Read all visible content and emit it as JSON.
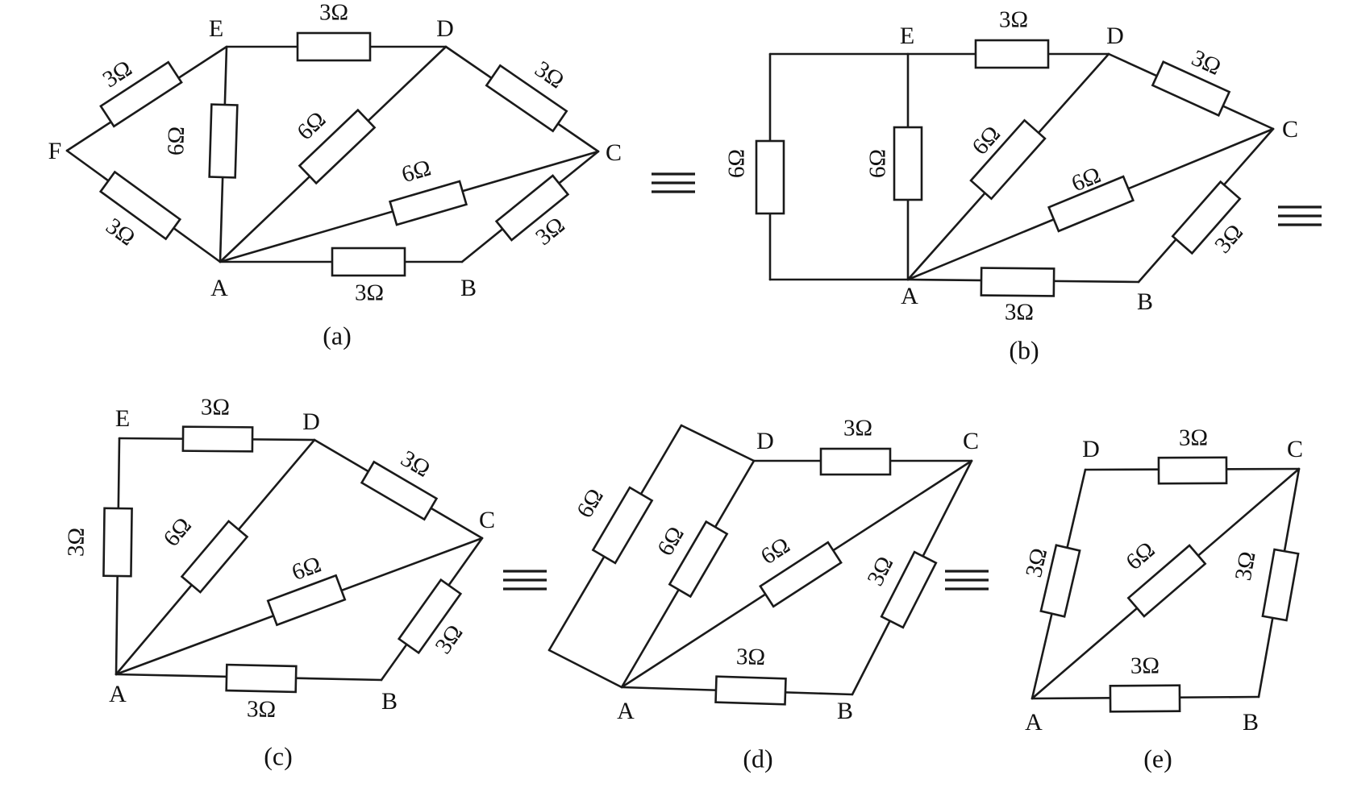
{
  "equivalence_symbol": "≡",
  "panels": [
    {
      "id": "a",
      "caption": "(a)",
      "nodes": [
        {
          "name": "A",
          "label": "A"
        },
        {
          "name": "B",
          "label": "B"
        },
        {
          "name": "C",
          "label": "C"
        },
        {
          "name": "D",
          "label": "D"
        },
        {
          "name": "E",
          "label": "E"
        },
        {
          "name": "F",
          "label": "F"
        }
      ],
      "resistors": [
        {
          "from": "F",
          "to": "E",
          "value": "3Ω"
        },
        {
          "from": "F",
          "to": "A",
          "value": "3Ω"
        },
        {
          "from": "E",
          "to": "D",
          "value": "3Ω"
        },
        {
          "from": "E",
          "to": "A",
          "value": "6Ω"
        },
        {
          "from": "A",
          "to": "D",
          "value": "6Ω"
        },
        {
          "from": "D",
          "to": "C",
          "value": "3Ω"
        },
        {
          "from": "A",
          "to": "C",
          "value": "6Ω"
        },
        {
          "from": "B",
          "to": "C",
          "value": "3Ω"
        },
        {
          "from": "A",
          "to": "B",
          "value": "3Ω"
        }
      ]
    },
    {
      "id": "b",
      "caption": "(b)",
      "nodes": [
        {
          "name": "A",
          "label": "A"
        },
        {
          "name": "B",
          "label": "B"
        },
        {
          "name": "C",
          "label": "C"
        },
        {
          "name": "D",
          "label": "D"
        },
        {
          "name": "E",
          "label": "E"
        }
      ],
      "resistors": [
        {
          "from": "E",
          "to": "A",
          "value": "6Ω",
          "note": "outer branch"
        },
        {
          "from": "E",
          "to": "A",
          "value": "6Ω"
        },
        {
          "from": "E",
          "to": "D",
          "value": "3Ω"
        },
        {
          "from": "A",
          "to": "D",
          "value": "6Ω"
        },
        {
          "from": "D",
          "to": "C",
          "value": "3Ω"
        },
        {
          "from": "A",
          "to": "C",
          "value": "6Ω"
        },
        {
          "from": "B",
          "to": "C",
          "value": "3Ω"
        },
        {
          "from": "A",
          "to": "B",
          "value": "3Ω"
        }
      ]
    },
    {
      "id": "c",
      "caption": "(c)",
      "nodes": [
        {
          "name": "A",
          "label": "A"
        },
        {
          "name": "B",
          "label": "B"
        },
        {
          "name": "C",
          "label": "C"
        },
        {
          "name": "D",
          "label": "D"
        },
        {
          "name": "E",
          "label": "E"
        }
      ],
      "resistors": [
        {
          "from": "E",
          "to": "A",
          "value": "3Ω"
        },
        {
          "from": "E",
          "to": "D",
          "value": "3Ω"
        },
        {
          "from": "A",
          "to": "D",
          "value": "6Ω"
        },
        {
          "from": "D",
          "to": "C",
          "value": "3Ω"
        },
        {
          "from": "A",
          "to": "C",
          "value": "6Ω"
        },
        {
          "from": "B",
          "to": "C",
          "value": "3Ω"
        },
        {
          "from": "A",
          "to": "B",
          "value": "3Ω"
        }
      ]
    },
    {
      "id": "d",
      "caption": "(d)",
      "nodes": [
        {
          "name": "A",
          "label": "A"
        },
        {
          "name": "B",
          "label": "B"
        },
        {
          "name": "C",
          "label": "C"
        },
        {
          "name": "D",
          "label": "D"
        }
      ],
      "resistors": [
        {
          "from": "A",
          "to": "D",
          "value": "6Ω",
          "note": "outer branch"
        },
        {
          "from": "A",
          "to": "D",
          "value": "6Ω"
        },
        {
          "from": "D",
          "to": "C",
          "value": "3Ω"
        },
        {
          "from": "A",
          "to": "C",
          "value": "6Ω"
        },
        {
          "from": "B",
          "to": "C",
          "value": "3Ω"
        },
        {
          "from": "A",
          "to": "B",
          "value": "3Ω"
        }
      ]
    },
    {
      "id": "e",
      "caption": "(e)",
      "nodes": [
        {
          "name": "A",
          "label": "A"
        },
        {
          "name": "B",
          "label": "B"
        },
        {
          "name": "C",
          "label": "C"
        },
        {
          "name": "D",
          "label": "D"
        }
      ],
      "resistors": [
        {
          "from": "A",
          "to": "D",
          "value": "3Ω"
        },
        {
          "from": "D",
          "to": "C",
          "value": "3Ω"
        },
        {
          "from": "A",
          "to": "C",
          "value": "6Ω"
        },
        {
          "from": "B",
          "to": "C",
          "value": "3Ω"
        },
        {
          "from": "A",
          "to": "B",
          "value": "3Ω"
        }
      ]
    }
  ]
}
